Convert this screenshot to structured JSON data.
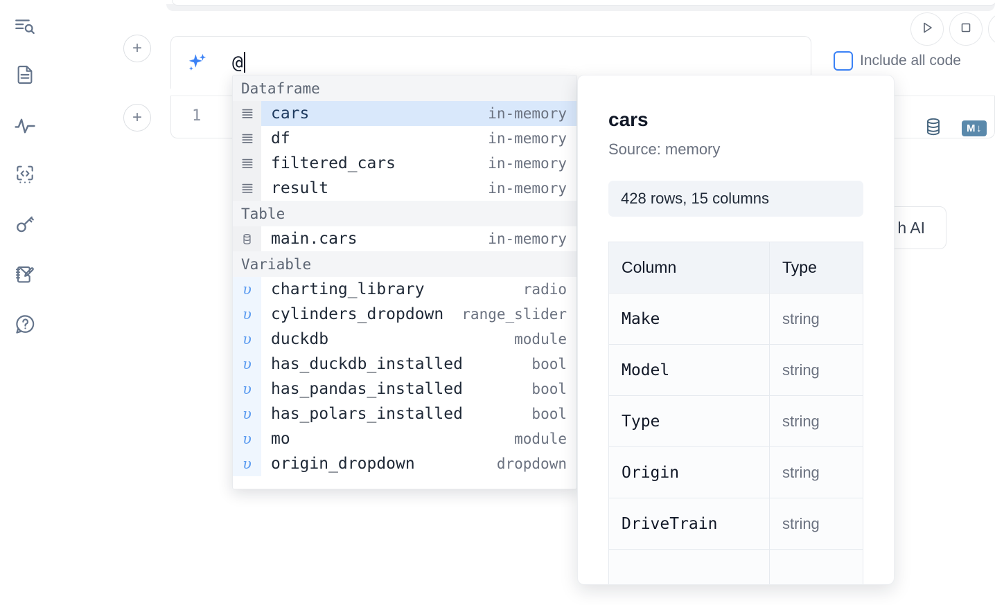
{
  "sidebar": {
    "items": [
      {
        "name": "outline-search-icon",
        "label": "Outline / Search"
      },
      {
        "name": "file-document-icon",
        "label": "Files"
      },
      {
        "name": "activity-pulse-icon",
        "label": "Activity"
      },
      {
        "name": "code-snippet-icon",
        "label": "Snippets"
      },
      {
        "name": "key-secrets-icon",
        "label": "Secrets"
      },
      {
        "name": "notebook-edit-icon",
        "label": "Scratchpad"
      },
      {
        "name": "help-chat-icon",
        "label": "Help"
      }
    ]
  },
  "toolbar": {
    "run_label": "Run",
    "stop_label": "Stop",
    "add_cell_label": "+"
  },
  "ai_prompt": {
    "icon": "sparkles-icon",
    "value": "@",
    "include_all_code_label": "Include all code",
    "include_all_code_checked": false
  },
  "cell": {
    "line_number": "1",
    "database_icon": "database-icon",
    "markdown_badge": "M",
    "markdown_arrow": "↓"
  },
  "ai_button": {
    "label": "h AI"
  },
  "autocomplete": {
    "sections": [
      {
        "title": "Dataframe",
        "items": [
          {
            "icon": "dataframe-icon",
            "name": "cars",
            "type": "in-memory",
            "selected": true
          },
          {
            "icon": "dataframe-icon",
            "name": "df",
            "type": "in-memory",
            "selected": false
          },
          {
            "icon": "dataframe-icon",
            "name": "filtered_cars",
            "type": "in-memory",
            "selected": false
          },
          {
            "icon": "dataframe-icon",
            "name": "result",
            "type": "in-memory",
            "selected": false
          }
        ]
      },
      {
        "title": "Table",
        "items": [
          {
            "icon": "table-icon",
            "name": "main.cars",
            "type": "in-memory",
            "selected": false
          }
        ]
      },
      {
        "title": "Variable",
        "items": [
          {
            "icon": "variable-icon",
            "name": "charting_library",
            "type": "radio",
            "selected": false
          },
          {
            "icon": "variable-icon",
            "name": "cylinders_dropdown",
            "type": "range_slider",
            "selected": false
          },
          {
            "icon": "variable-icon",
            "name": "duckdb",
            "type": "module",
            "selected": false
          },
          {
            "icon": "variable-icon",
            "name": "has_duckdb_installed",
            "type": "bool",
            "selected": false
          },
          {
            "icon": "variable-icon",
            "name": "has_pandas_installed",
            "type": "bool",
            "selected": false
          },
          {
            "icon": "variable-icon",
            "name": "has_polars_installed",
            "type": "bool",
            "selected": false
          },
          {
            "icon": "variable-icon",
            "name": "mo",
            "type": "module",
            "selected": false
          },
          {
            "icon": "variable-icon",
            "name": "origin_dropdown",
            "type": "dropdown",
            "selected": false
          }
        ]
      }
    ]
  },
  "info_panel": {
    "title": "cars",
    "source": "Source: memory",
    "shape": "428 rows, 15 columns",
    "headers": [
      "Column",
      "Type"
    ],
    "rows": [
      {
        "column": "Make",
        "type": "string"
      },
      {
        "column": "Model",
        "type": "string"
      },
      {
        "column": "Type",
        "type": "string"
      },
      {
        "column": "Origin",
        "type": "string"
      },
      {
        "column": "DriveTrain",
        "type": "string"
      }
    ]
  }
}
